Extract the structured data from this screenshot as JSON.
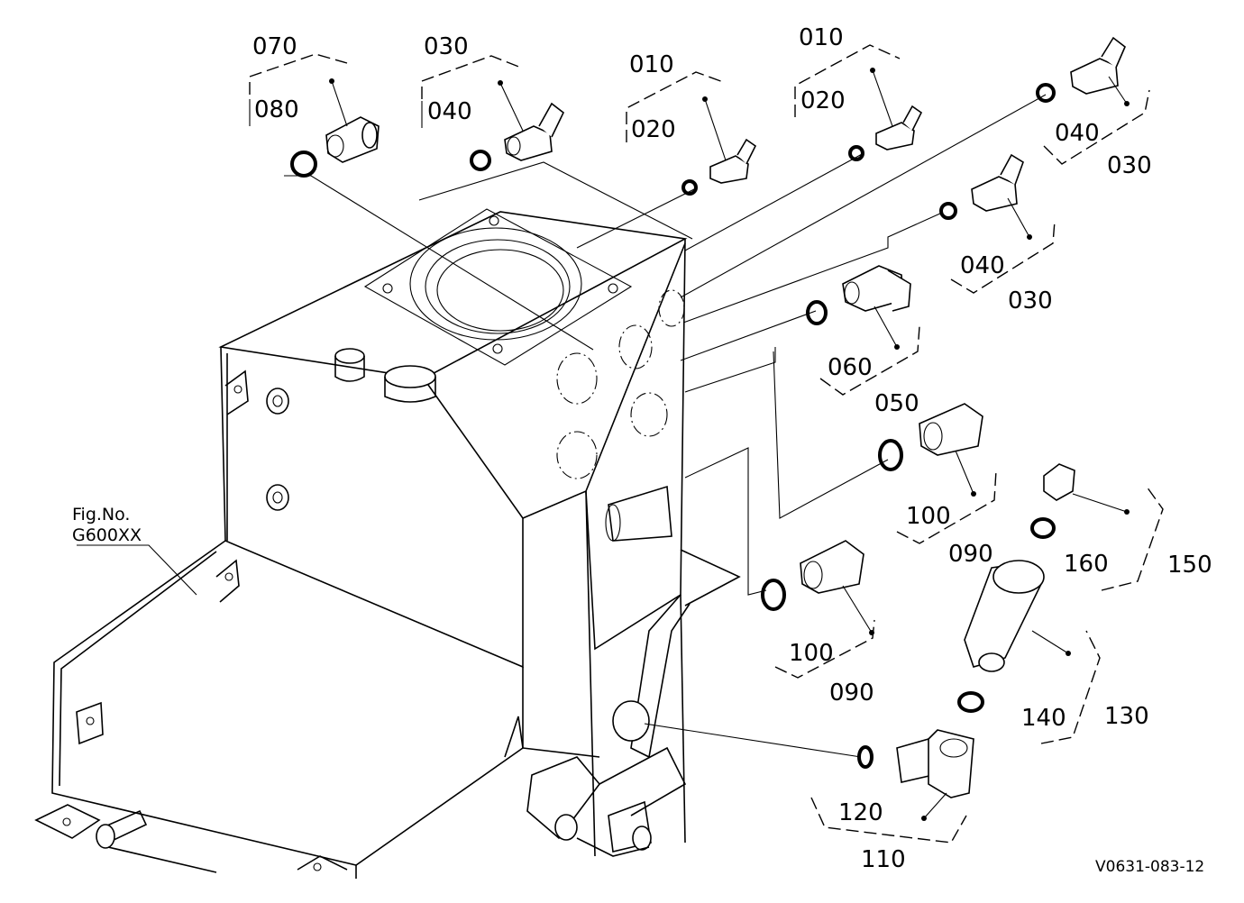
{
  "figure": {
    "fig_label_line1": "Fig.No.",
    "fig_label_line2": "G600XX",
    "drawing_code": "V0631-083-12"
  },
  "callouts": {
    "c070": "070",
    "c080": "080",
    "c030a": "030",
    "c040a": "040",
    "c010a": "010",
    "c020a": "020",
    "c010b": "010",
    "c020b": "020",
    "c040b": "040",
    "c030b": "030",
    "c040c": "040",
    "c030c": "030",
    "c060": "060",
    "c050": "050",
    "c100a": "100",
    "c090a": "090",
    "c160": "160",
    "c150": "150",
    "c100b": "100",
    "c090b": "090",
    "c140": "140",
    "c130": "130",
    "c120": "120",
    "c110": "110"
  }
}
